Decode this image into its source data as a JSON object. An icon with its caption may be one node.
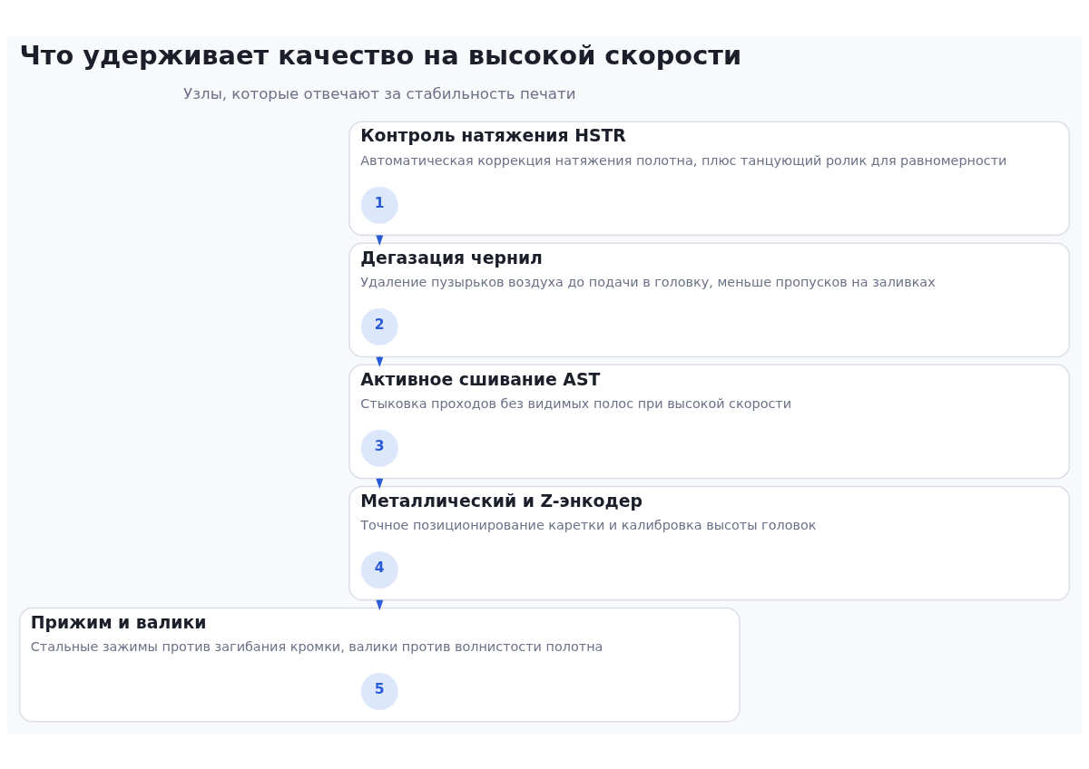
{
  "diagram": {
    "title": "Что удерживает качество на высокой скорости",
    "nodes": [
      {
        "text": [
          "Контроль натяжения HSTR",
          "Автоматическая коррекция натяжения полотна, плюс танцующий ролик для равномерности"
        ]
      },
      {
        "text": [
          "1"
        ],
        "in": 0
      },
      {
        "text": [
          "Дегазация чернил",
          "Удаление пузырьков воздуха до подачи в головку, меньше пропусков на заливках"
        ]
      },
      {
        "text": [
          "2"
        ],
        "in": 2
      },
      {
        "text": [
          "Активное сшивание AST",
          "Стыковка проходов без видимых полос при высокой скорости"
        ]
      },
      {
        "text": [
          "3"
        ],
        "in": 4
      },
      {
        "text": [
          "Металлический и Z-энкодер",
          "Точное позиционирование каретки и калибровка высоты головок"
        ]
      },
      {
        "text": [
          "4"
        ],
        "in": 6
      },
      {
        "text": [
          "Прижим и валики",
          "Стальные зажимы против загибания кромки, валики против волнистости полотна"
        ]
      },
      {
        "text": [
          "5"
        ],
        "in": 8
      }
    ],
    "edges": [
      {
        "from": 0,
        "to": 2,
        "arrow": "to"
      },
      {
        "from": 2,
        "to": 4,
        "arrow": "to"
      },
      {
        "from": 4,
        "to": 6,
        "arrow": "to"
      },
      {
        "from": 6,
        "to": 8,
        "arrow": "to"
      }
    ],
    "labels": [
      "Узлы, которые отвечают за стабильность печати"
    ]
  }
}
